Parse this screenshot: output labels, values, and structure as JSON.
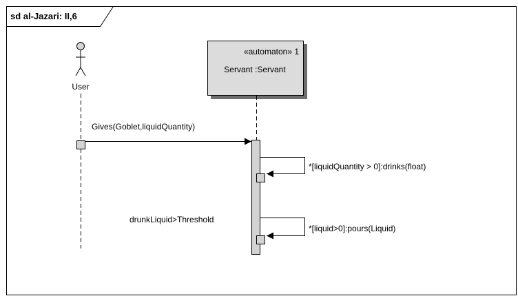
{
  "diagram": {
    "frame_title": "sd al-Jazari: II,6",
    "actor": {
      "name": "User"
    },
    "lifeline": {
      "stereotype_line": "«automaton» 1",
      "name_line": "Servant :Servant"
    },
    "messages": [
      {
        "label": "Gives(Goblet,liquidQuantity)"
      },
      {
        "label": "*[liquidQuantity > 0]:drinks(float)"
      },
      {
        "label": "*[liquid>0]:pours(Liquid)"
      }
    ],
    "condition_note": "drunkLiquid>Threshold"
  }
}
